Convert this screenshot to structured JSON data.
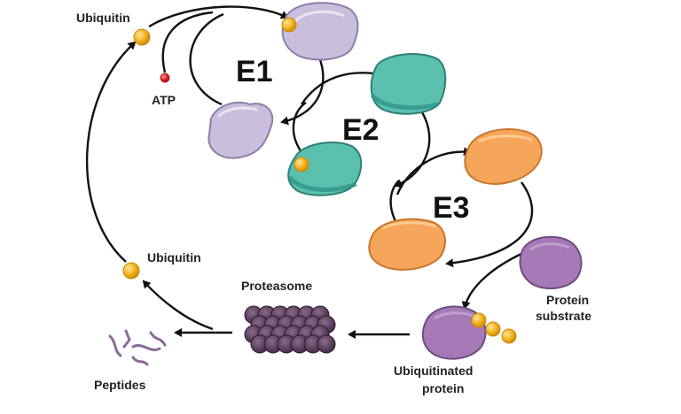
{
  "labels": {
    "ubiquitin_top": "Ubiquitin",
    "atp": "ATP",
    "e1": "E1",
    "e2": "E2",
    "e3": "E3",
    "ubiquitin_mid": "Ubiquitin",
    "proteasome": "Proteasome",
    "protein_substrate_line1": "Protein",
    "protein_substrate_line2": "substrate",
    "ubiquitinated_line1": "Ubiquitinated",
    "ubiquitinated_line2": "protein",
    "peptides": "Peptides"
  },
  "colors": {
    "ubiquitin": "#f2b21e",
    "ubiquitin_edge": "#c98a08",
    "atp": "#e0212a",
    "e1": "#c9bedb",
    "e1_edge": "#8e7fa8",
    "e2": "#5bbfae",
    "e2_edge": "#2e7f77",
    "e3": "#f6a65a",
    "e3_edge": "#c8762c",
    "substrate": "#a57ab5",
    "substrate_edge": "#6e4c80",
    "proteasome": "#5a3e5c",
    "peptides": "#8a6a98",
    "arrow": "#111111"
  }
}
